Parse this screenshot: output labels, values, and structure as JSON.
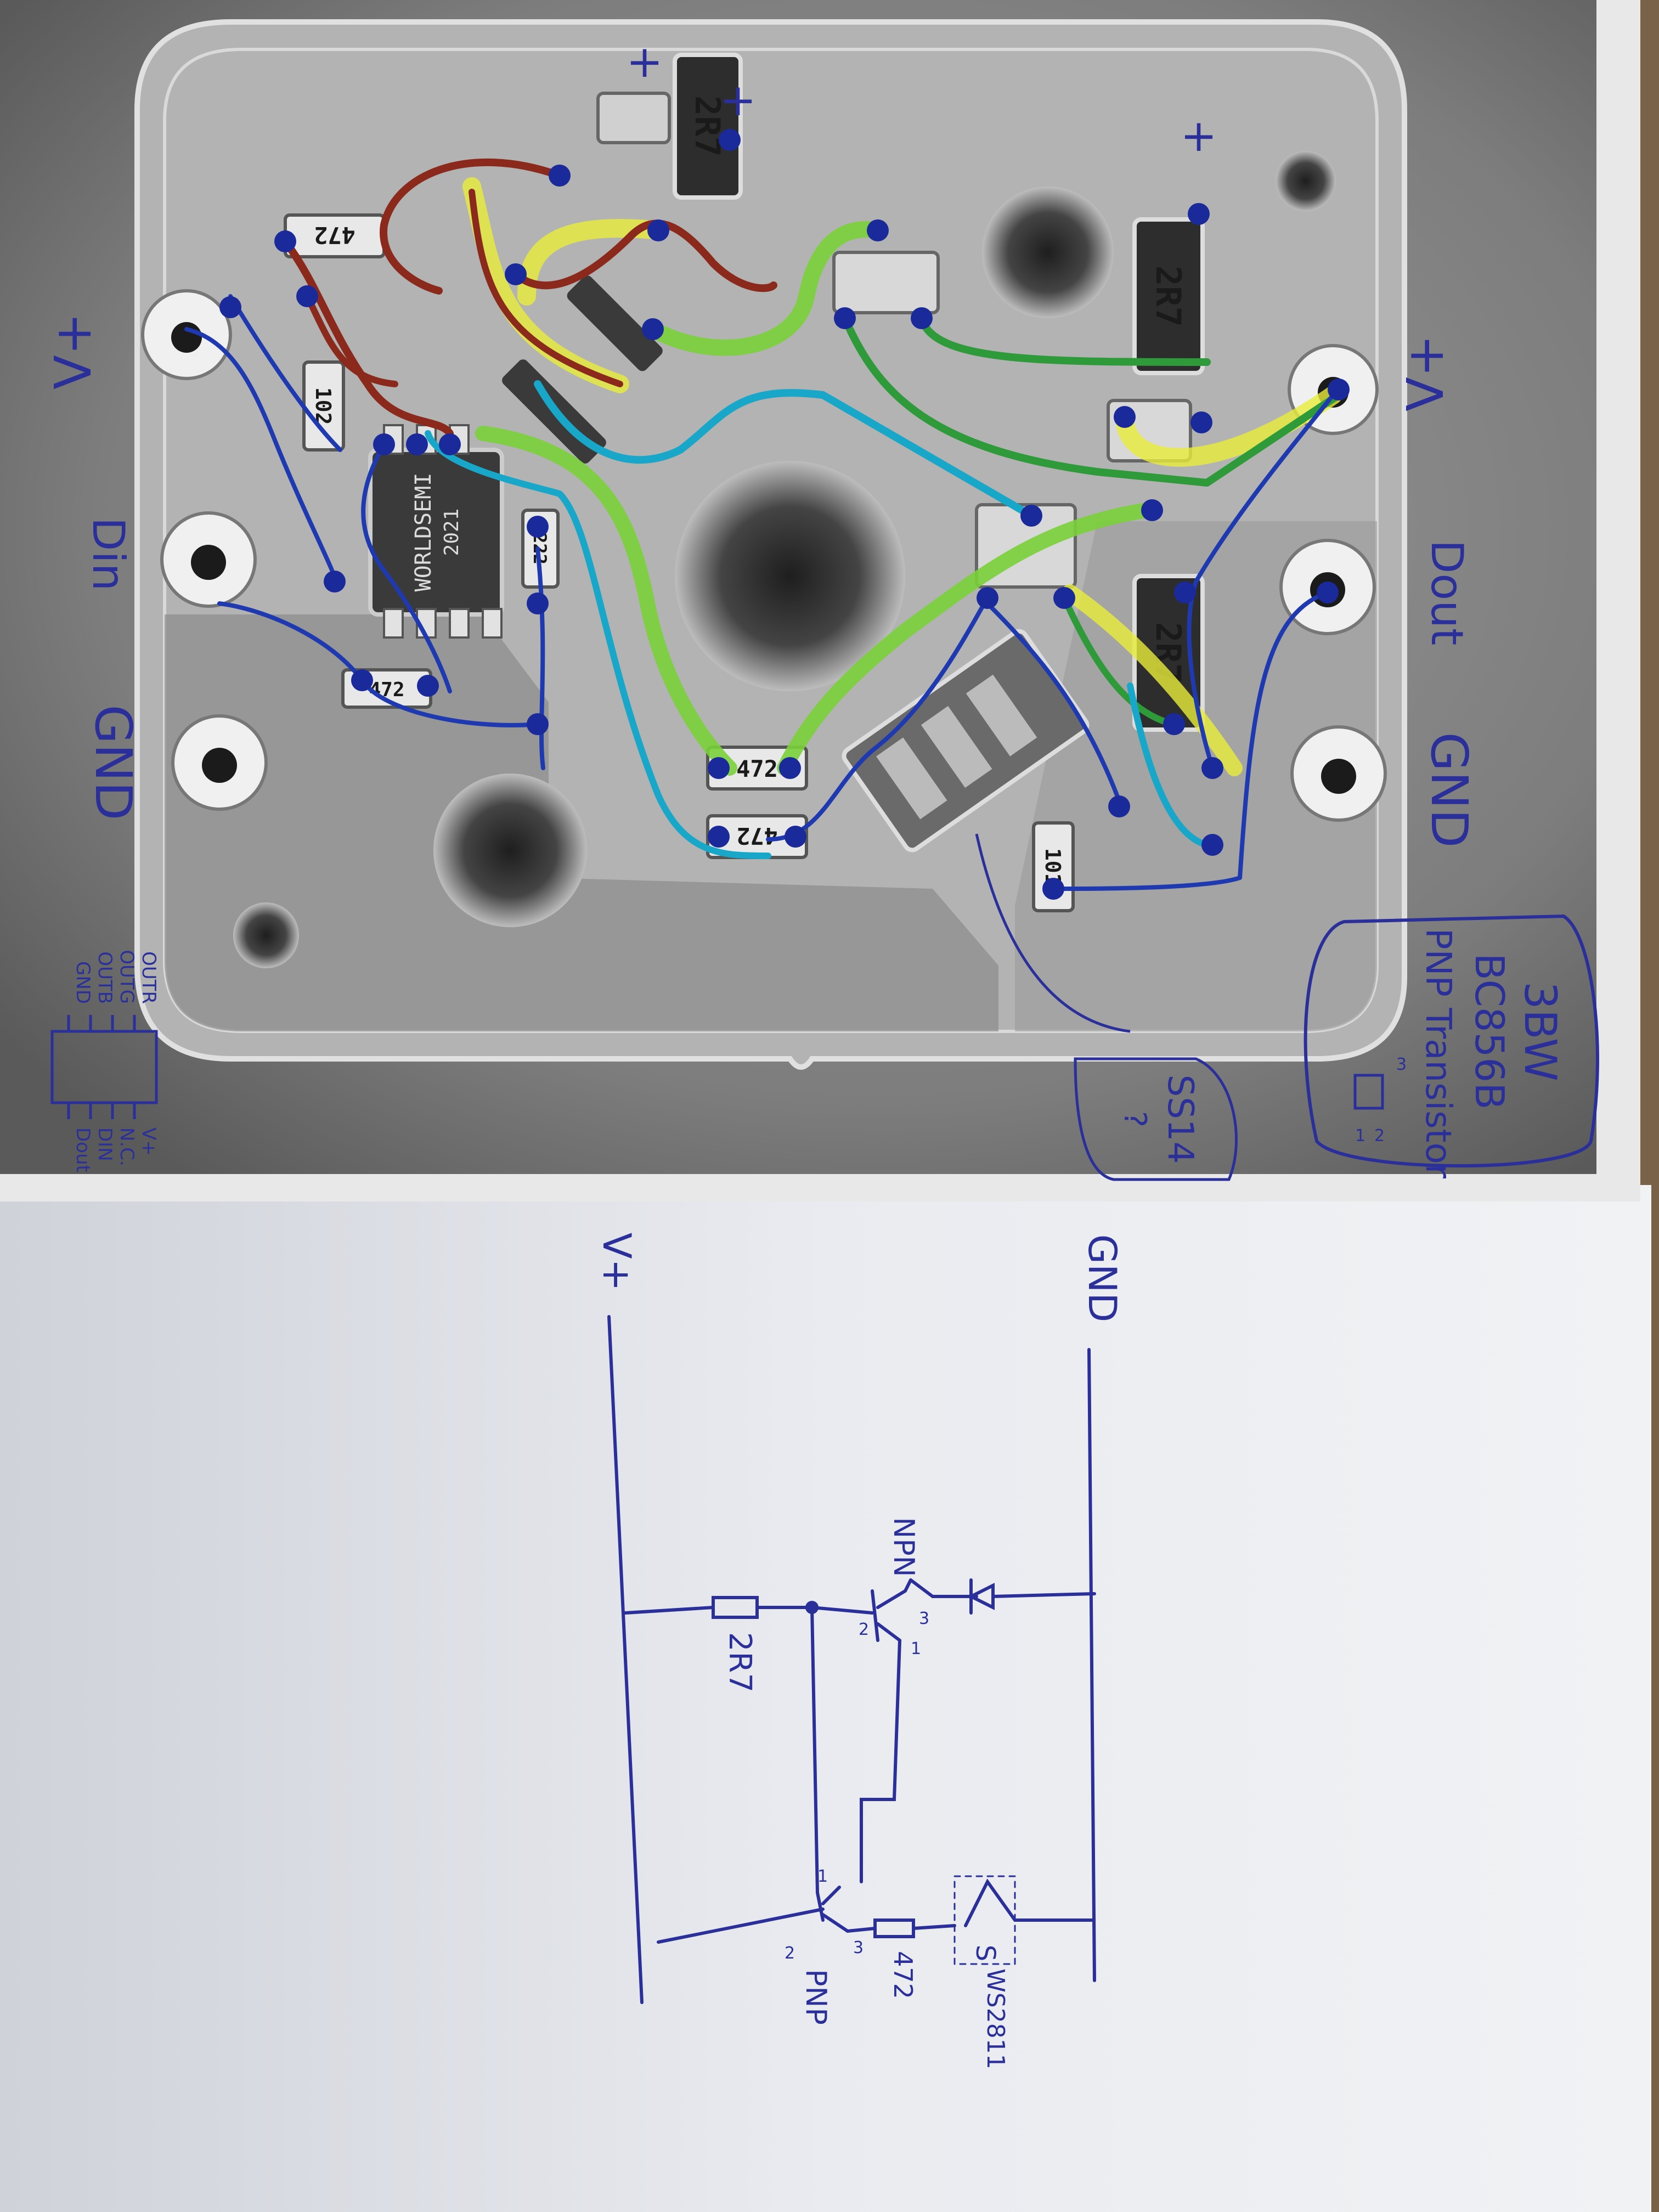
{
  "photo": {
    "power_labels": {
      "vplus_left": "V+",
      "vplus_right": "V+",
      "gnd_left": "GND",
      "gnd_right": "GND",
      "plus": "+"
    },
    "pad_labels": {
      "din": "Din",
      "dout": "Dout"
    },
    "components": {
      "r_2r7_a": "2R7",
      "r_2r7_b": "2R7",
      "r_2r7_c": "2R7",
      "r_472_a": "472",
      "r_472_b": "472",
      "r_472_c": "472",
      "r_472_d": "472",
      "r_101": "101",
      "r_102": "102",
      "r_222": "222",
      "ic_top": "WORLDSEMI",
      "ic_bottom": "2021"
    },
    "pin_numbers": {
      "p1": "1",
      "p2": "2",
      "p3": "3"
    },
    "transistor_note": {
      "code": "3BW",
      "part": "BC856B",
      "type": "PNP Transistor",
      "pin1": "1",
      "pin2": "2",
      "pin3": "3"
    },
    "schottky_note": {
      "part": "SS14",
      "line2": "?"
    },
    "ic_pinout": {
      "left": [
        "OUTR",
        "OUTG",
        "OUTB",
        "GND"
      ],
      "right": [
        "V+",
        "N.C.",
        "DIN",
        "Dout"
      ]
    }
  },
  "schematic": {
    "vplus": "V+",
    "gnd": "GND",
    "resistor_top": "2R7",
    "resistor_bottom": "472",
    "npn": "NPN",
    "pnp": "PNP",
    "ic": "S",
    "ic_name": "WS2811",
    "npn_pins": {
      "p1": "1",
      "p2": "2",
      "p3": "3"
    },
    "pnp_pins": {
      "p1": "1",
      "p2": "2",
      "p3": "3"
    }
  },
  "colors": {
    "ink": "#2a2f9a",
    "trace_red": "#8b2a1c",
    "trace_yellow": "#e8ee3a",
    "trace_green": "#2f9a3a",
    "trace_blue": "#1f4fd0",
    "trace_cyan": "#19a7c9",
    "paper": "#e7e9ee",
    "photo_bg": "#8a8a8a"
  }
}
